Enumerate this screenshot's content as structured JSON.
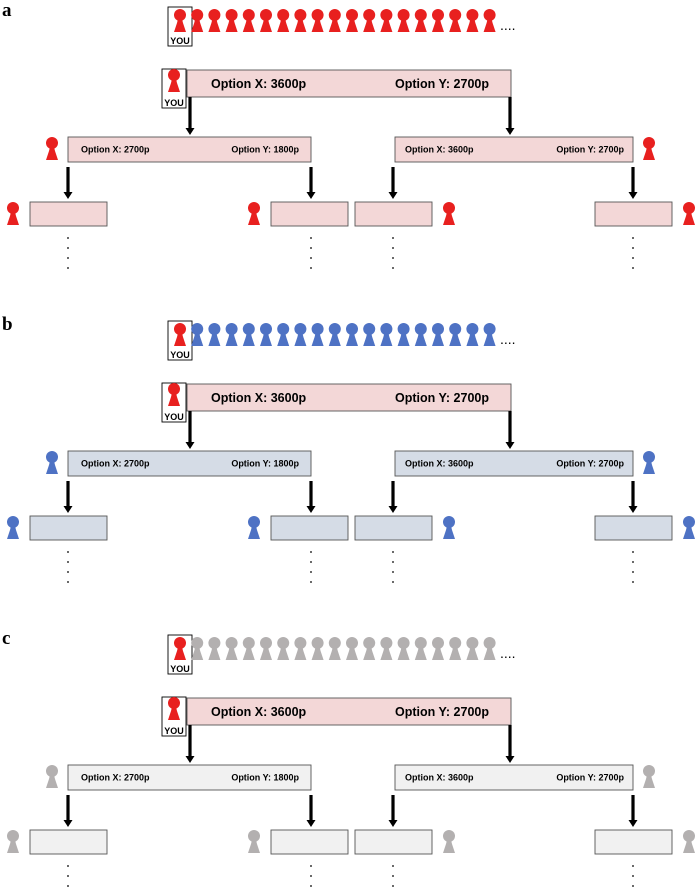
{
  "panels": [
    {
      "letter": "a",
      "colors": {
        "you": "#e8201f",
        "others": "#e8201f",
        "box_fill": "#f3d7d7",
        "top_box_fill": "#f3d7d7"
      },
      "you_label": "YOU",
      "ellipsis": "....",
      "top_box": {
        "x_label": "Option X: 3600p",
        "y_label": "Option Y: 2700p"
      },
      "left_box": {
        "x_label": "Option X: 2700p",
        "y_label": "Option Y: 1800p"
      },
      "right_box": {
        "x_label": "Option X: 3600p",
        "y_label": "Option Y: 2700p"
      }
    },
    {
      "letter": "b",
      "colors": {
        "you": "#e8201f",
        "others": "#4e72c4",
        "box_fill": "#d5dce6",
        "top_box_fill": "#f3d7d7"
      },
      "you_label": "YOU",
      "ellipsis": "....",
      "top_box": {
        "x_label": "Option X: 3600p",
        "y_label": "Option Y: 2700p"
      },
      "left_box": {
        "x_label": "Option X: 2700p",
        "y_label": "Option Y: 1800p"
      },
      "right_box": {
        "x_label": "Option X: 3600p",
        "y_label": "Option Y: 2700p"
      }
    },
    {
      "letter": "c",
      "colors": {
        "you": "#e8201f",
        "others": "#b3b0b0",
        "box_fill": "#f1f1f1",
        "top_box_fill": "#f3d7d7"
      },
      "you_label": "YOU",
      "ellipsis": "....",
      "top_box": {
        "x_label": "Option X: 3600p",
        "y_label": "Option Y: 2700p"
      },
      "left_box": {
        "x_label": "Option X: 2700p",
        "y_label": "Option Y: 1800p"
      },
      "right_box": {
        "x_label": "Option X: 3600p",
        "y_label": "Option Y: 2700p"
      }
    }
  ]
}
